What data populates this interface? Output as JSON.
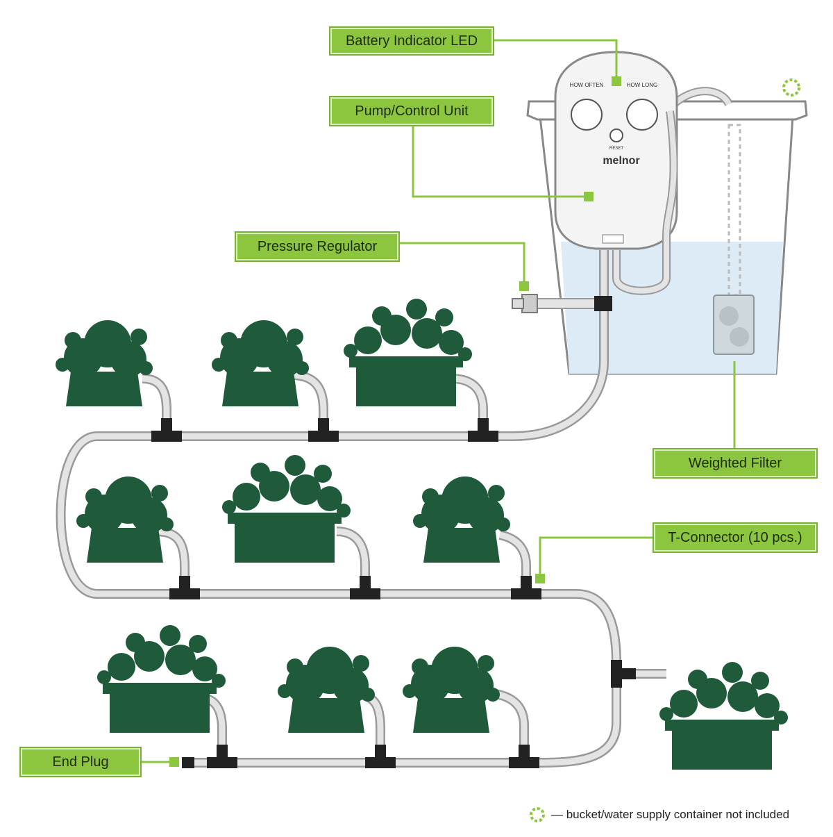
{
  "labels": {
    "battery_led": "Battery Indicator LED",
    "pump_control": "Pump/Control Unit",
    "pressure_regulator": "Pressure Regulator",
    "weighted_filter": "Weighted Filter",
    "t_connector": "T-Connector (10 pcs.)",
    "end_plug": "End Plug"
  },
  "device": {
    "brand": "melnor",
    "dial_left": "HOW OFTEN",
    "dial_right": "HOW LONG",
    "button": "RESET"
  },
  "footnote": "— bucket/water supply container not included",
  "colors": {
    "label_green": "#8cc63f",
    "plant_green": "#1f5a3a",
    "tube": "#dcdcdc",
    "connector": "#222222",
    "water": "#dcebf5"
  }
}
